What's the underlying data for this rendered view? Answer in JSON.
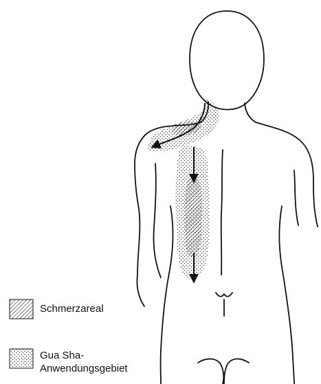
{
  "legend": {
    "pain_area": "Schmerzareal",
    "gua_sha_line1": "Gua Sha-",
    "gua_sha_line2": "Anwendungsgebiet"
  },
  "colors": {
    "ink": "#111111",
    "background": "#ffffff"
  },
  "icons": {
    "pain_area": "hatched-swatch",
    "treatment_area": "dotted-swatch",
    "direction": "arrow-icon"
  }
}
